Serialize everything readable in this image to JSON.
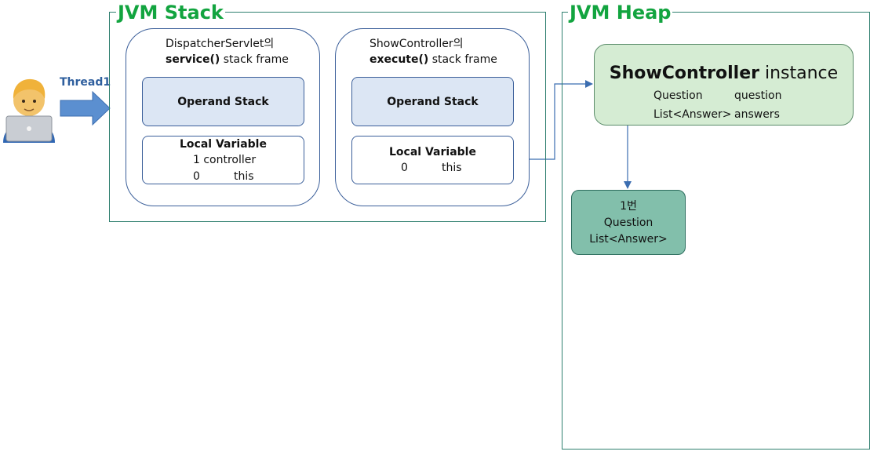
{
  "thread": {
    "label": "Thread1"
  },
  "stack": {
    "title": "JVM Stack",
    "frames": [
      {
        "title_line1": "DispatcherServlet의",
        "method": "service()",
        "title_rest": " stack frame",
        "operand_stack": "Operand Stack",
        "local_variable": {
          "title": "Local Variable",
          "row1": "1 controller",
          "row2_index": "0",
          "row2_name": "this"
        }
      },
      {
        "title_line1": "ShowController의",
        "method": "execute()",
        "title_rest": " stack frame",
        "operand_stack": "Operand Stack",
        "local_variable": {
          "title": "Local Variable",
          "row1_index": "0",
          "row1_name": "this"
        }
      }
    ]
  },
  "heap": {
    "title": "JVM Heap",
    "instance": {
      "class_name": "ShowController",
      "suffix": " instance",
      "fields": [
        {
          "type": "Question",
          "name": "question"
        },
        {
          "type": "List<Answer>",
          "name": "answers"
        }
      ]
    },
    "question_object": {
      "line1": "1번",
      "line2": "Question",
      "line3": "List<Answer>"
    }
  },
  "colors": {
    "region_title": "#12a43f",
    "region_border": "#2f7f6f",
    "operand_stack_fill": "#dce6f4",
    "instance_fill": "#d5ecd3",
    "question_fill": "#82bfab",
    "arrow": "#3b6db0",
    "thread_label": "#2f5f9e"
  },
  "icons": {
    "user": "developer-with-laptop-icon"
  }
}
